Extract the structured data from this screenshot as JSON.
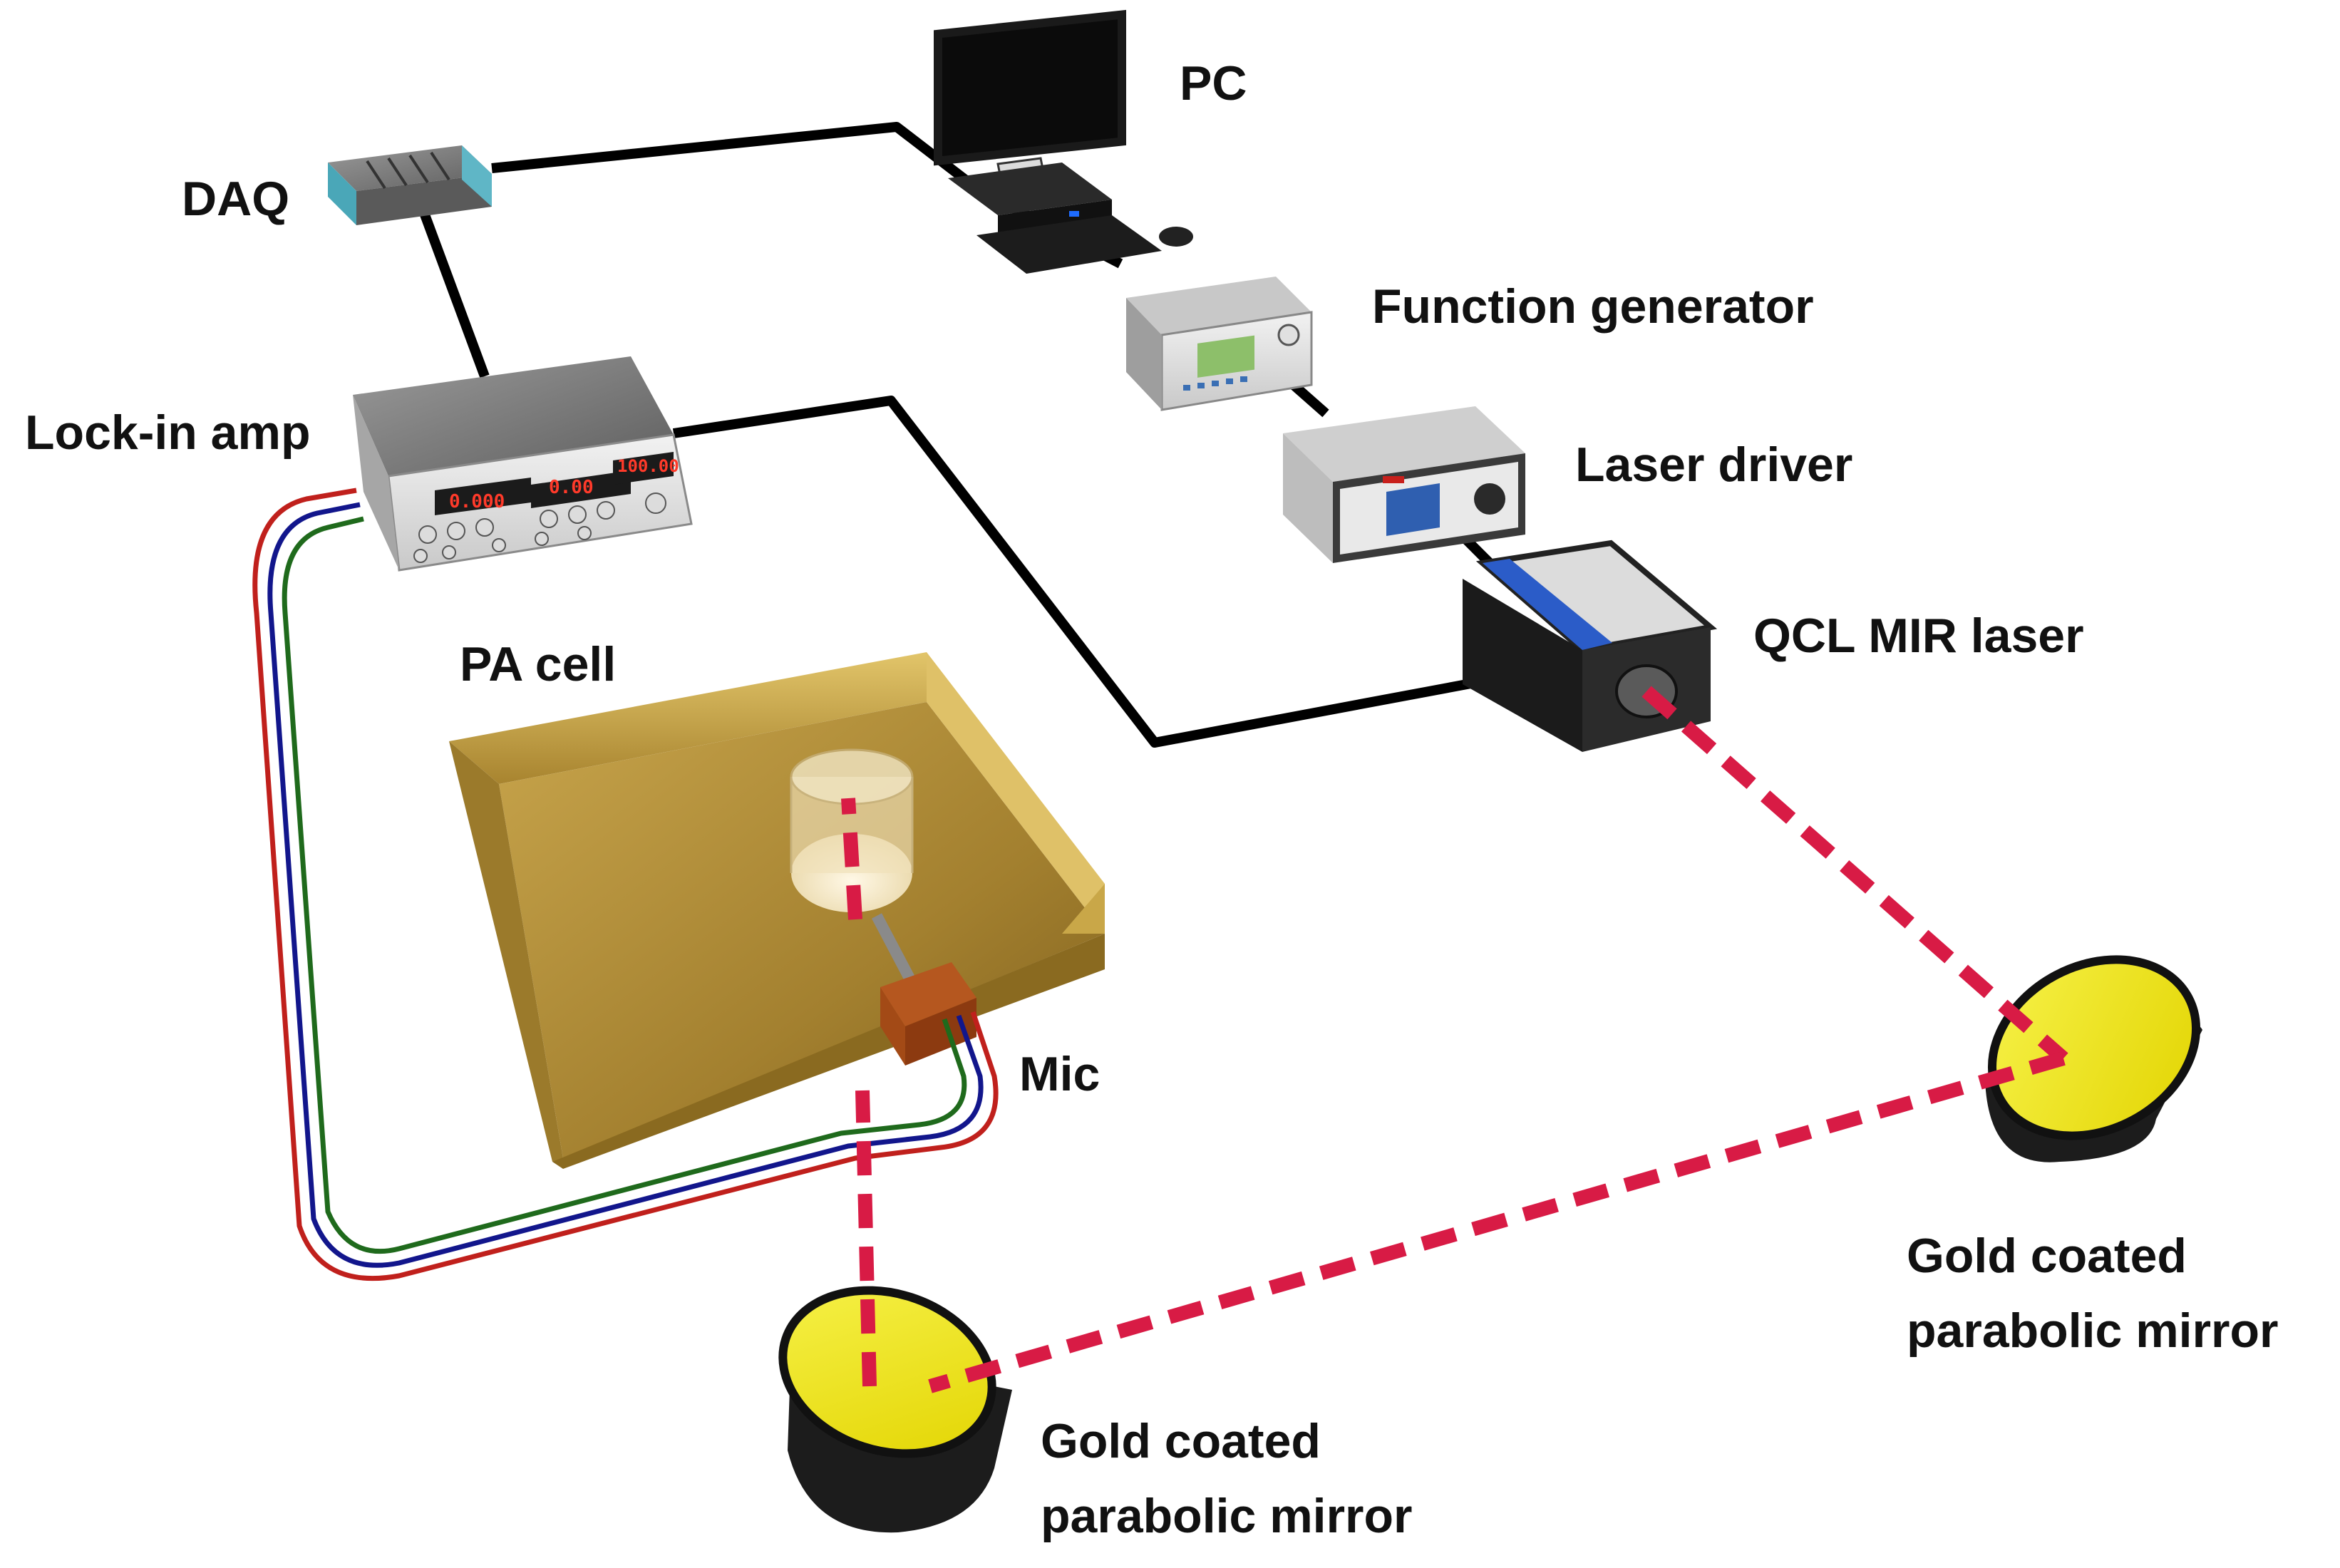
{
  "labels": {
    "pc": "PC",
    "daq": "DAQ",
    "function_generator": "Function generator",
    "laser_driver": "Laser driver",
    "lock_in_amp": "Lock-in amp",
    "qcl_laser": "QCL MIR laser",
    "pa_cell": "PA cell",
    "mic": "Mic",
    "mirror_right_line1": "Gold coated",
    "mirror_right_line2": "parabolic mirror",
    "mirror_bottom_line1": "Gold coated",
    "mirror_bottom_line2": "parabolic mirror"
  },
  "colors": {
    "cable": "#000000",
    "beam": "#d81b45",
    "brass": "#c8a748",
    "gold_mirror": "#f2ea00",
    "wire_red": "#c0201c",
    "wire_blue": "#12168c",
    "wire_green": "#1f6a1c",
    "display_red": "#ff3a2a"
  },
  "device_readouts": {
    "lockin_display_1": "0.000",
    "lockin_display_2": "0.00",
    "lockin_display_3": "100.00"
  }
}
